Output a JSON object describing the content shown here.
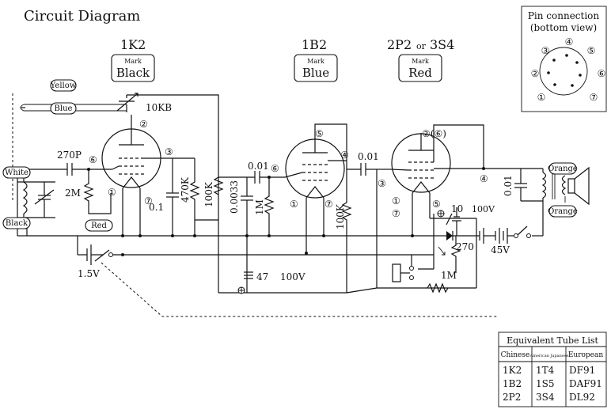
{
  "title": "Circuit Diagram",
  "tubes": [
    {
      "name": "1K2",
      "mark_label": "Mark",
      "mark_color": "Black"
    },
    {
      "name": "1B2",
      "mark_label": "Mark",
      "mark_color": "Blue"
    },
    {
      "name": "2P2",
      "or": "or",
      "alt": "3S4",
      "mark_label": "Mark",
      "mark_color": "Red"
    }
  ],
  "wire_labels": {
    "yellow": "Yellow",
    "blue": "Blue",
    "white": "White",
    "black": "Black",
    "red": "Red",
    "orange1": "Orange",
    "orange2": "Orange"
  },
  "components": {
    "c270p": "270P",
    "r2m": "2M",
    "c01a": "0.1",
    "r470k": "470K",
    "r100ka": "100K",
    "c0033": "0.0033",
    "c001a": "0.01",
    "r1ma": "1M",
    "r100kb": "100K",
    "c001b": "0.01",
    "c001c": "0.01",
    "pot": "10KB",
    "c10": "10",
    "v100a": "100V",
    "r270": "270",
    "r1mb": "1M",
    "c47": "47",
    "v100b": "100V",
    "bat1": "1.5V",
    "bat2": "45V"
  },
  "pins": {
    "t1": [
      "②",
      "③",
      "⑥",
      "①",
      "⑦"
    ],
    "t2": [
      "⑤",
      "④",
      "⑥",
      "①",
      "⑦"
    ],
    "t3": [
      "②(⑥)",
      "④",
      "③",
      "①",
      "⑦",
      "⑤"
    ]
  },
  "pin_connection": {
    "title1": "Pin connection",
    "title2": "(bottom view)",
    "pins": [
      "①",
      "②",
      "③",
      "④",
      "⑤",
      "⑥",
      "⑦"
    ]
  },
  "equiv_table": {
    "title": "Equivalent Tube List",
    "headers": [
      "Chinese",
      "American Japanese",
      "European"
    ],
    "rows": [
      [
        "1K2",
        "1T4",
        "DF91"
      ],
      [
        "1B2",
        "1S5",
        "DAF91"
      ],
      [
        "2P2",
        "3S4",
        "DL92"
      ]
    ]
  }
}
